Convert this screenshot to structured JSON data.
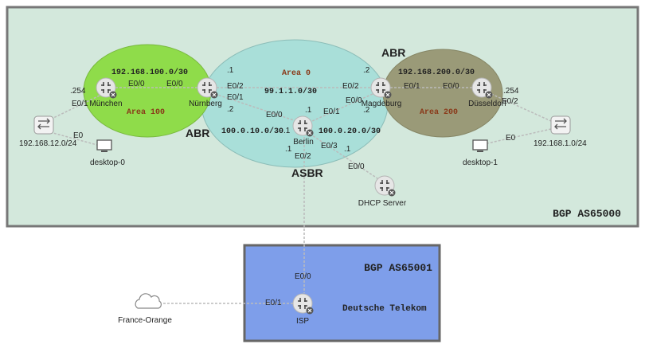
{
  "colors": {
    "as65000_fill": "#d3e8dc",
    "as65000_border": "#777777",
    "as65001_fill": "#7e9eea",
    "as65001_border": "#666666",
    "area100": "#8fdc4a",
    "area0": "#a9dfd9",
    "area200": "#9a9a78",
    "area_label": "#8a3a1a",
    "router_body": "#e4e4e4",
    "link": "#bbbbbb"
  },
  "as65000": {
    "label": "BGP AS65000"
  },
  "as65001": {
    "label": "BGP AS65001",
    "provider": "Deutsche Telekom"
  },
  "areas": {
    "area100": {
      "name": "Area 100",
      "subnet": "192.168.100.0/30"
    },
    "area0": {
      "name": "Area 0",
      "subnet_top": "99.1.1.0/30",
      "subnet_left": "100.0.10.0/30",
      "subnet_right": "100.0.20.0/30"
    },
    "area200": {
      "name": "Area 200",
      "subnet": "192.168.200.0/30"
    }
  },
  "roles": {
    "abr_left": "ABR",
    "abr_right": "ABR",
    "asbr": "ASBR"
  },
  "devices": {
    "muenchen": "München",
    "nuernberg": "Nürnberg",
    "magdeburg": "Magdeburg",
    "duesseldorf": "Düsseldorf",
    "berlin": "Berlin",
    "switch_left": "192.168.12.0/24",
    "switch_right": "192.168.1.0/24",
    "desktop0": "desktop-0",
    "desktop1": "desktop-1",
    "dhcp": "DHCP Server",
    "isp": "ISP",
    "cloud": "France-Orange"
  },
  "ports": {
    "muenchen_254": ".254",
    "muenchen_e01": "E0/1",
    "sw_left_e0": "E0",
    "muenchen_e00": "E0/0",
    "nuernberg_e00": "E0/0",
    "nuernberg_1": ".1",
    "nuernberg_e02": "E0/2",
    "nuernberg_e01": "E0/1",
    "nuernberg_2": ".2",
    "magdeburg_2a": ".2",
    "magdeburg_e02": "E0/2",
    "magdeburg_e00": "E0/0",
    "magdeburg_2b": ".2",
    "magdeburg_e01": "E0/1",
    "duesseldorf_e00": "E0/0",
    "duesseldorf_254": ".254",
    "duesseldorf_e02": "E0/2",
    "sw_right_e0": "E0",
    "berlin_e00": "E0/0",
    "berlin_1a": ".1",
    "berlin_1b": ".1",
    "berlin_e01": "E0/1",
    "berlin_1c": ".1",
    "berlin_e02": "E0/2",
    "berlin_e03": "E0/3",
    "berlin_1d": ".1",
    "dhcp_e00": "E0/0",
    "isp_e00": "E0/0",
    "isp_e01": "E0/1"
  }
}
